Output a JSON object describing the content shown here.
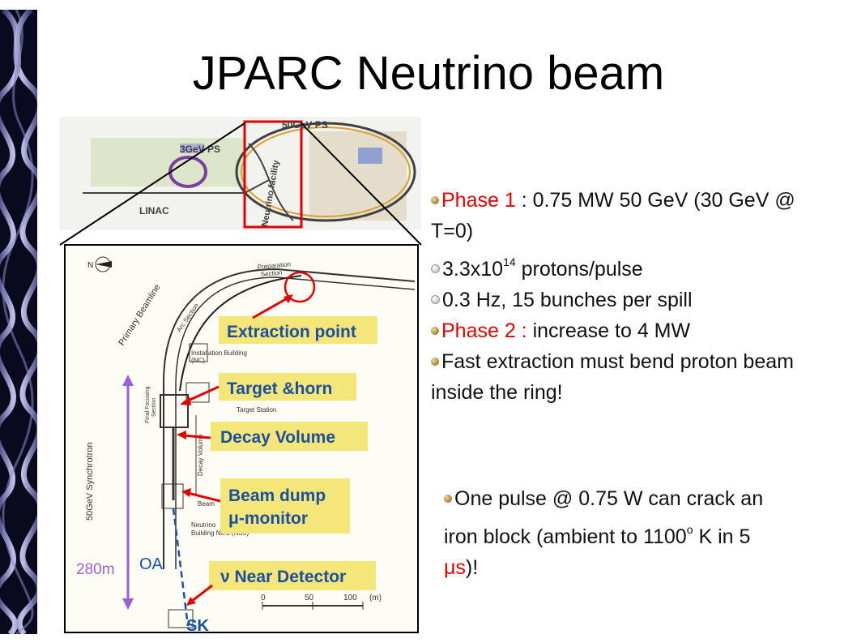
{
  "title": "JPARC Neutrino beam",
  "bullets": {
    "phase1_prefix": "Phase 1",
    "phase1_rest": " : 0.75 MW 50 GeV (30 GeV @ T=0)",
    "protons_base": "3.3x10",
    "protons_exp": "14",
    "protons_rest": " protons/pulse",
    "rate": "0.3 Hz, 15 bunches per spill",
    "phase2_prefix": "Phase 2 :",
    "phase2_rest": " increase to 4 MW",
    "fast_extraction": "Fast extraction must bend proton beam inside the ring!"
  },
  "note": {
    "text_a": "One pulse @ 0.75 W can crack an iron block (ambient to 1100",
    "deg": "o",
    "text_b": " K in 5 ",
    "mu": "μs",
    "text_c": ")!"
  },
  "map": {
    "gev50": "50GeV PS",
    "gev3": "3GeV PS",
    "linac": "LINAC",
    "neutrino_facility": "Neutrino facility"
  },
  "diagram": {
    "north": "N",
    "preparation": "Preparation",
    "section": "Section",
    "primary_beamline": "Primary Beamline",
    "arc_section": "Arc Section",
    "installation_building": "Installation Building",
    "nc": "(NC)",
    "final_focusing": "Final Focusing",
    "final_focusing2": "Section",
    "target_station": "Target Station",
    "decay_volume_small": "Decay Volume",
    "beam_small": "Beam",
    "neutrino_building": "Neutrino",
    "neutrino_building2": "Building No.3 (NU3)",
    "synchrotron": "50GeV Synchrotron",
    "distance": "280m",
    "oa": "OA",
    "sk": "SK",
    "scale_0": "0",
    "scale_50": "50",
    "scale_100": "100",
    "scale_unit": "(m)",
    "callouts": {
      "extraction": "Extraction point",
      "target": "Target &horn",
      "decay": "Decay Volume",
      "beam_dump_1": "Beam dump",
      "beam_dump_2": "μ-monitor",
      "near_detector": "ν Near Detector"
    }
  },
  "colors": {
    "red": "#e00000",
    "callout_bg": "#f5e67a",
    "callout_text": "#1d4fa0",
    "purple": "#9a60d8"
  }
}
